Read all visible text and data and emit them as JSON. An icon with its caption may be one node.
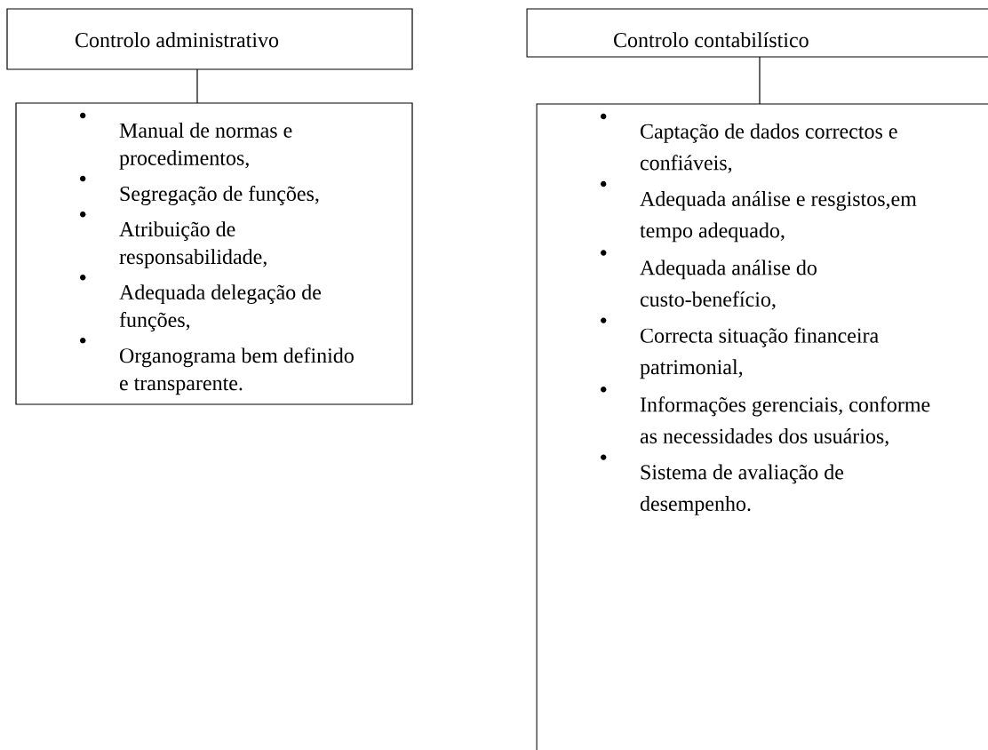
{
  "diagram": {
    "nodes": [
      {
        "text": [
          "Controlo administrativo"
        ]
      },
      {
        "text": [
          "Manual de normas e procedimentos,",
          "Segregação de funções,",
          "Atribuição de responsabilidade,",
          "Adequada delegação de funções,",
          "Organograma bem definido e transparente."
        ]
      },
      {
        "text": [
          "Controlo contabilístico"
        ]
      },
      {
        "text": [
          "Captação de dados correctos e confiáveis,",
          "Adequada análise e resgistos,em tempo adequado,",
          "Adequada análise do custo-benefício,",
          "Correcta situação financeira patrimonial,",
          "Informações gerenciais, conforme as necessidades dos usuários,",
          "Sistema de avaliação de desempenho."
        ]
      }
    ],
    "edges": [
      {
        "from": 0,
        "to": 1,
        "arrow": "none"
      },
      {
        "from": 2,
        "to": 3,
        "arrow": "none"
      }
    ]
  }
}
